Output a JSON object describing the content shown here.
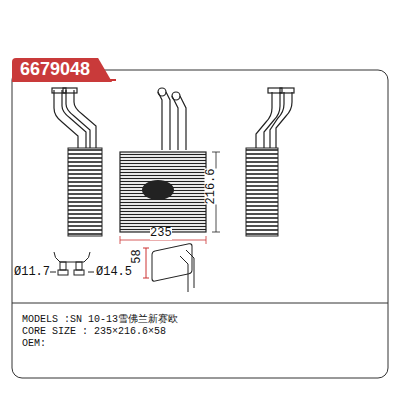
{
  "diagram": {
    "nodes": [
      {
        "text": [
          "6679048"
        ]
      },
      {
        "text": [
          "MODELS :SN 10-13雪佛兰新赛欧",
          "CORE SIZE : 235×216.6×58",
          "OEM:"
        ]
      }
    ],
    "labels": [
      "216.6",
      "235",
      "58",
      "Ø11.7",
      "Ø14.5"
    ]
  }
}
